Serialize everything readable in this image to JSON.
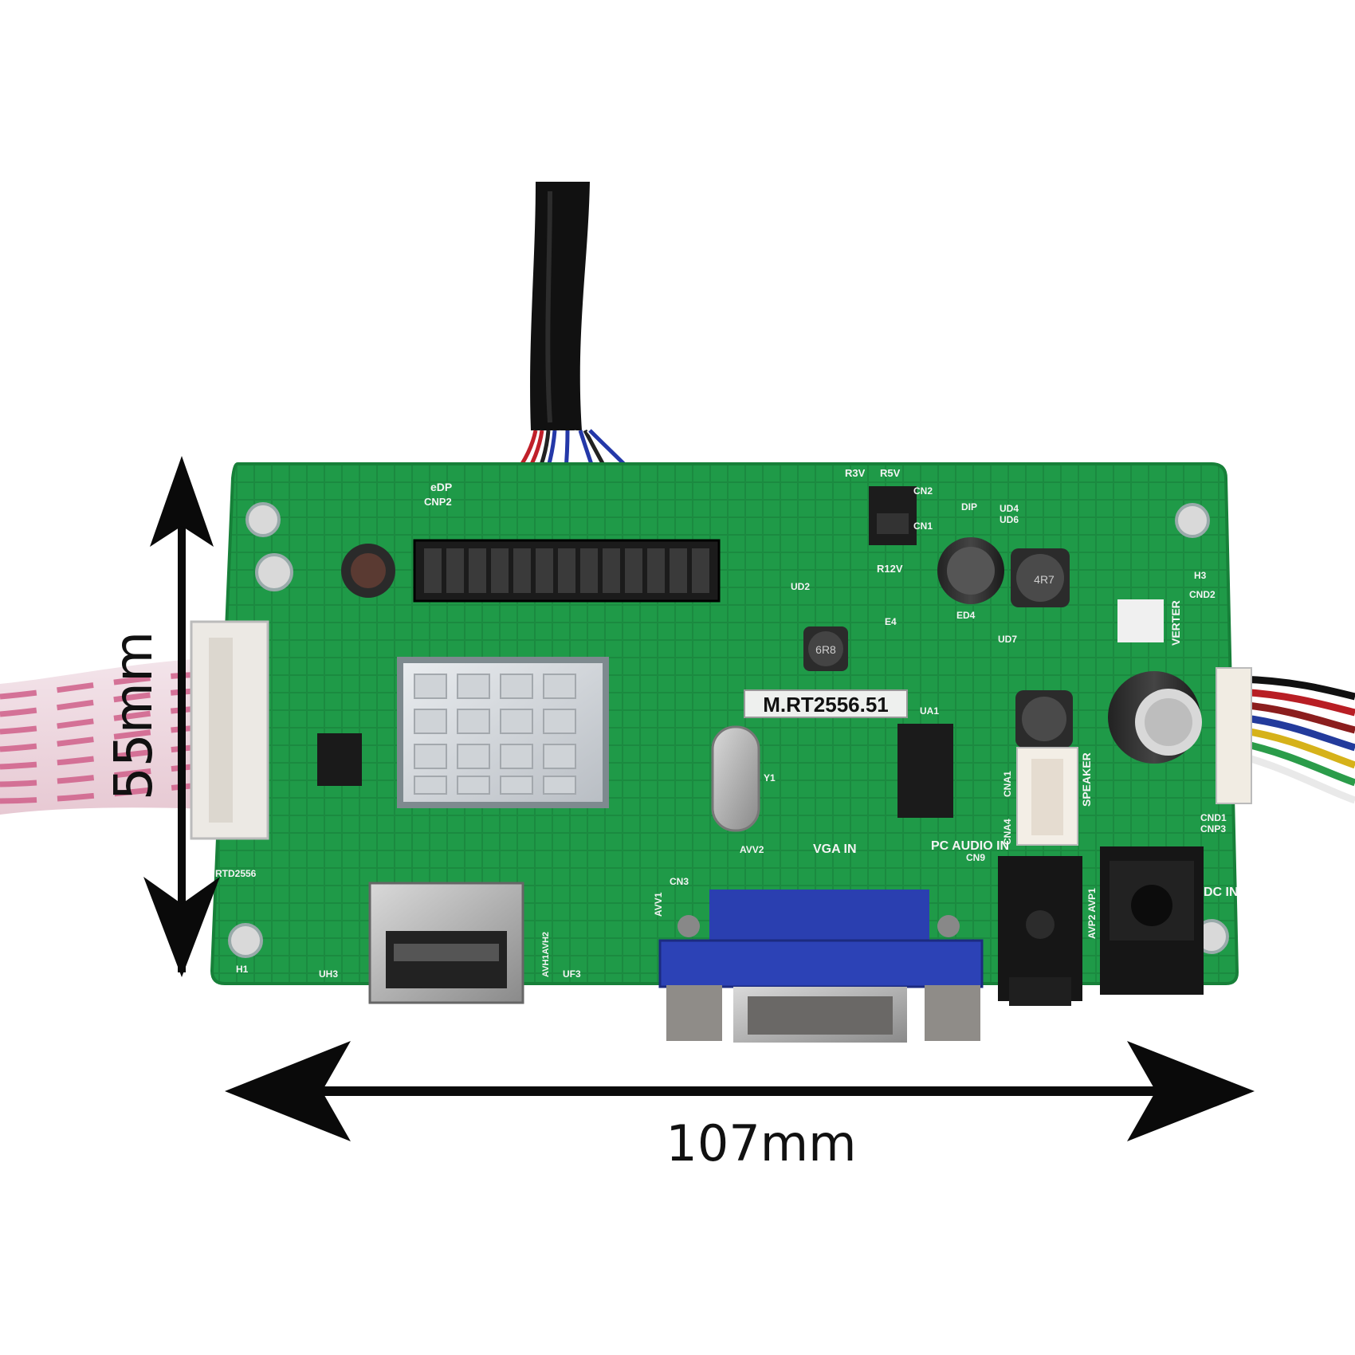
{
  "dimensions": {
    "height_label": "55mm",
    "width_label": "107mm"
  },
  "board": {
    "model": "M.RT2556.51",
    "silkscreen": {
      "vga_in": "VGA IN",
      "pc_audio_in": "PC AUDIO IN",
      "dc_in": "DC IN",
      "speaker": "SPEAKER",
      "edp": "eDP",
      "cnp2": "CNP2",
      "cn2": "CN2",
      "cn1": "CN1",
      "r3v": "R3V",
      "r5v": "R5V",
      "r12v": "R12V",
      "dip": "DIP",
      "ud4": "UD4",
      "ud6": "UD6",
      "ud2": "UD2",
      "ed4": "ED4",
      "e4": "E4",
      "h3": "H3",
      "cnd2": "CND2",
      "inverter": "VERTER",
      "ud7": "UD7",
      "ua1": "UA1",
      "y1": "Y1",
      "avv2": "AVV2",
      "avv1": "AVV1",
      "cn3": "CN3",
      "cn9": "CN9",
      "cna1": "CNA1",
      "cna4": "CNA4",
      "cnd1": "CND1",
      "cnp3": "CNP3",
      "avp": "AVP2 AVP1",
      "h1": "H1",
      "uh3": "UH3",
      "uf3": "UF3",
      "avh": "AVH1AVH2",
      "rtd": "RTD2556",
      "ic_4r7": "4R7",
      "ic_6r8": "6R8"
    }
  },
  "colors": {
    "pcb": "#1f9a48",
    "silk": "#f2f2f2",
    "arrow": "#0a0a0a"
  }
}
